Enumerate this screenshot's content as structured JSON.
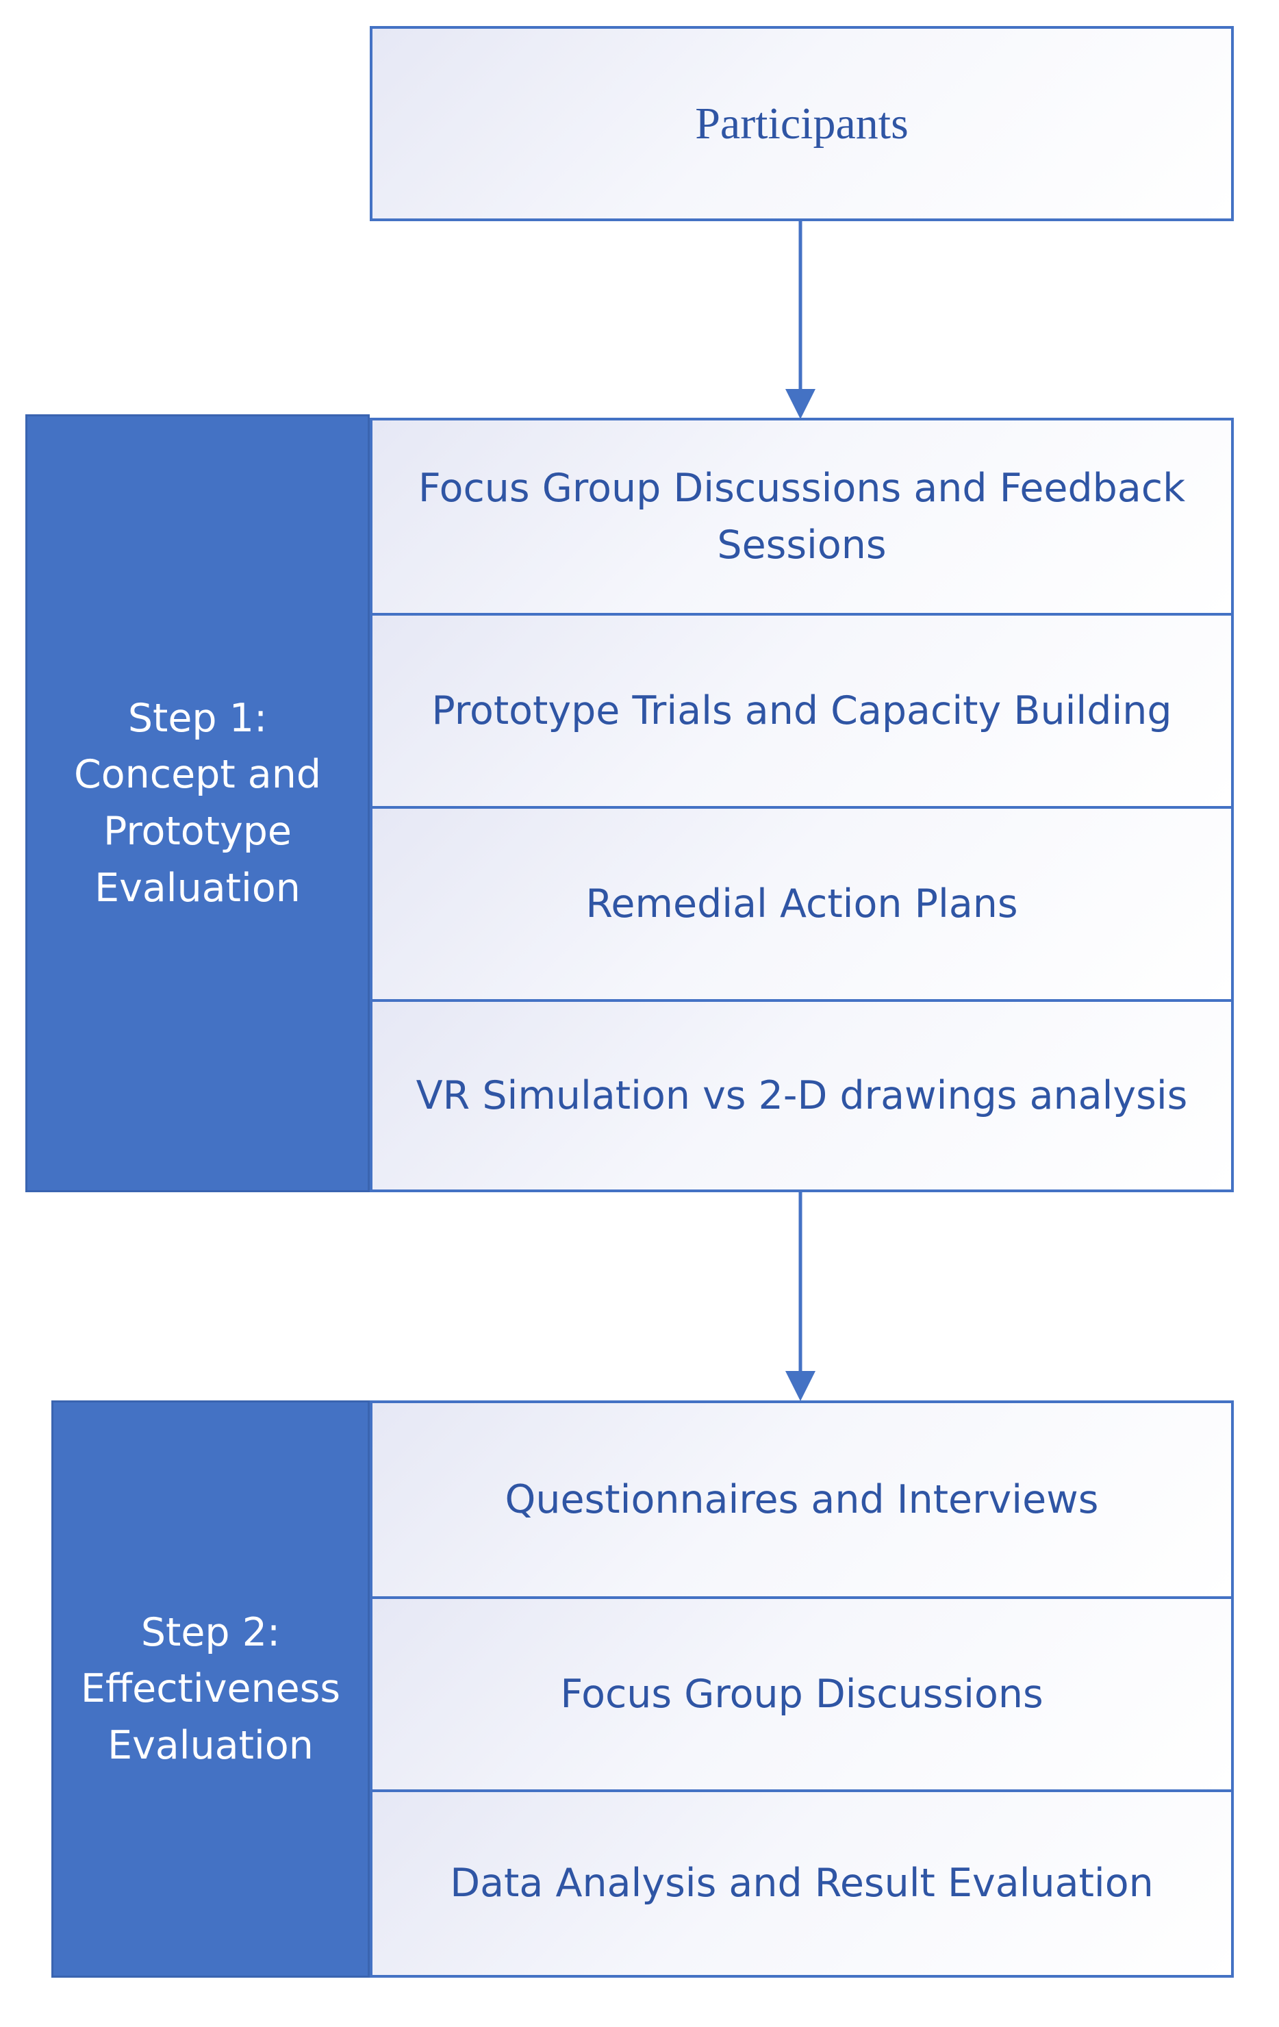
{
  "participants": {
    "label": "Participants"
  },
  "step1": {
    "label_line1": "Step 1:",
    "label_line2": "Concept and",
    "label_line3": "Prototype",
    "label_line4": "Evaluation",
    "items": [
      {
        "label": "Focus Group Discussions and Feedback Sessions"
      },
      {
        "label": "Prototype Trials and Capacity Building"
      },
      {
        "label": "Remedial Action Plans"
      },
      {
        "label": "VR Simulation vs 2-D drawings analysis"
      }
    ]
  },
  "step2": {
    "label_line1": "Step 2:",
    "label_line2": "Effectiveness",
    "label_line3": "Evaluation",
    "items": [
      {
        "label": "Questionnaires and Interviews"
      },
      {
        "label": "Focus Group Discussions"
      },
      {
        "label": "Data Analysis and Result Evaluation"
      }
    ]
  },
  "colors": {
    "accent": "#4472c4",
    "text": "#2f55a4"
  }
}
